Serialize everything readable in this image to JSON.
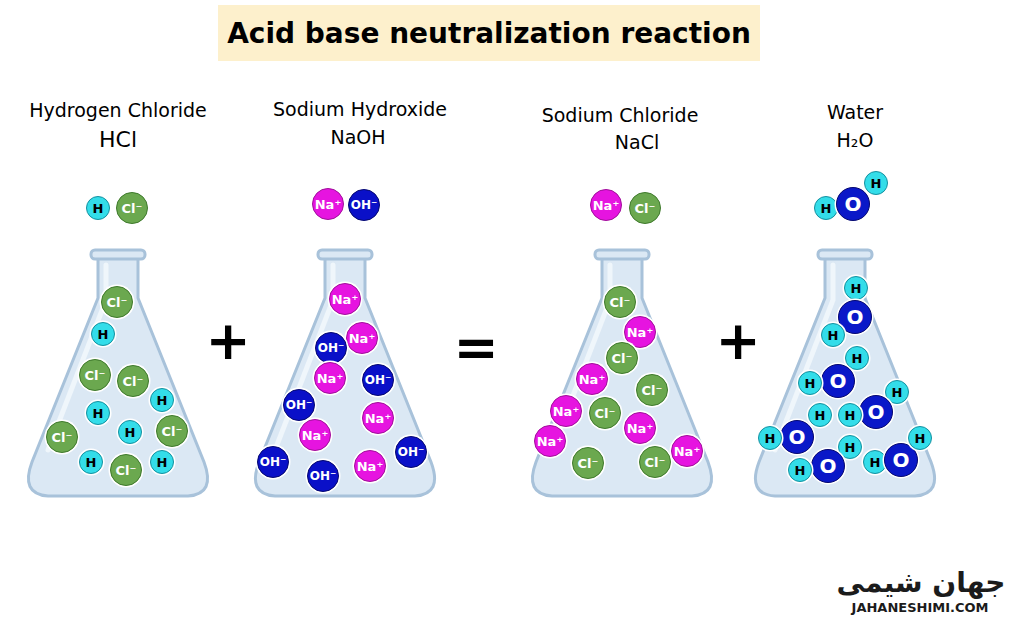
{
  "diagram": {
    "title": "Acid base neutralization reaction",
    "nodes": [
      {
        "text": [
          "H"
        ]
      },
      {
        "text": [
          "Cl⁻"
        ]
      },
      {
        "text": [
          "Na⁺"
        ]
      },
      {
        "text": [
          "OH⁻"
        ]
      },
      {
        "text": [
          "Na⁺"
        ]
      },
      {
        "text": [
          "Cl⁻"
        ]
      },
      {
        "text": [
          "H"
        ]
      },
      {
        "text": [
          "O"
        ]
      },
      {
        "text": [
          "H"
        ]
      },
      {
        "text": [
          "Cl⁻"
        ]
      },
      {
        "text": [
          "H"
        ]
      },
      {
        "text": [
          "Cl⁻"
        ]
      },
      {
        "text": [
          "Cl⁻"
        ]
      },
      {
        "text": [
          "H"
        ]
      },
      {
        "text": [
          "H"
        ]
      },
      {
        "text": [
          "H"
        ]
      },
      {
        "text": [
          "Cl⁻"
        ]
      },
      {
        "text": [
          "Cl⁻"
        ]
      },
      {
        "text": [
          "H"
        ]
      },
      {
        "text": [
          "Cl⁻"
        ]
      },
      {
        "text": [
          "H"
        ]
      },
      {
        "text": [
          "Na⁺"
        ]
      },
      {
        "text": [
          "Na⁺"
        ]
      },
      {
        "text": [
          "OH⁻"
        ]
      },
      {
        "text": [
          "Na⁺"
        ]
      },
      {
        "text": [
          "OH⁻"
        ]
      },
      {
        "text": [
          "Na⁺"
        ]
      },
      {
        "text": [
          "OH⁻"
        ]
      },
      {
        "text": [
          "Na⁺"
        ]
      },
      {
        "text": [
          "OH⁻"
        ]
      },
      {
        "text": [
          "OH⁻"
        ]
      },
      {
        "text": [
          "Na⁺"
        ]
      },
      {
        "text": [
          "OH⁻"
        ]
      },
      {
        "text": [
          "Cl⁻"
        ]
      },
      {
        "text": [
          "Na⁺"
        ]
      },
      {
        "text": [
          "Cl⁻"
        ]
      },
      {
        "text": [
          "Na⁺"
        ]
      },
      {
        "text": [
          "Cl⁻"
        ]
      },
      {
        "text": [
          "Na⁺"
        ]
      },
      {
        "text": [
          "Cl⁻"
        ]
      },
      {
        "text": [
          "Na⁺"
        ]
      },
      {
        "text": [
          "Na⁺"
        ]
      },
      {
        "text": [
          "Cl⁻"
        ]
      },
      {
        "text": [
          "Cl⁻"
        ]
      },
      {
        "text": [
          "Na⁺"
        ]
      },
      {
        "text": [
          "H"
        ]
      },
      {
        "text": [
          "O"
        ]
      },
      {
        "text": [
          "H"
        ]
      },
      {
        "text": [
          "H"
        ]
      },
      {
        "text": [
          "O"
        ]
      },
      {
        "text": [
          "H"
        ]
      },
      {
        "text": [
          "H"
        ]
      },
      {
        "text": [
          "O"
        ]
      },
      {
        "text": [
          "H"
        ]
      },
      {
        "text": [
          "H"
        ]
      },
      {
        "text": [
          "O"
        ]
      },
      {
        "text": [
          "H"
        ]
      },
      {
        "text": [
          "H"
        ]
      },
      {
        "text": [
          "O"
        ]
      },
      {
        "text": [
          "H"
        ]
      },
      {
        "text": [
          "H"
        ]
      },
      {
        "text": [
          "O"
        ]
      },
      {
        "text": [
          "H"
        ]
      }
    ],
    "labels": [
      "Hydrogen Chloride",
      "HCl",
      "Sodium Hydroxide",
      "NaOH",
      "Sodium Chloride",
      "NaCl",
      "Water",
      "H₂O",
      "+",
      "=",
      "+",
      "جهان شیمی",
      "JAHANESHIMI.COM"
    ]
  }
}
